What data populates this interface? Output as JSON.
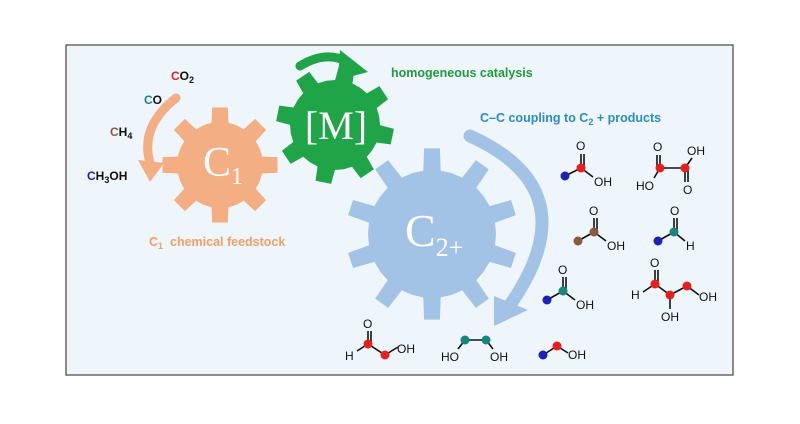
{
  "colors": {
    "panel_bg": "#eef5fb",
    "panel_border": "#444444",
    "c1_gear": "#f4ae84",
    "m_gear": "#1fa447",
    "c2_gear": "#a3c3e6",
    "c1_text": "#f0a066",
    "catalysis_text": "#1f9a3e",
    "coupling_text": "#2b8cc4",
    "red": "#e8201c",
    "teal": "#16877a",
    "brown": "#8b5a3c",
    "blue": "#1a22b8",
    "ink": "#111111"
  },
  "feedstocks": [
    {
      "prefix": "C",
      "prefix_color": "#e8201c",
      "rest": "O",
      "sub": "2",
      "tail": ""
    },
    {
      "prefix": "C",
      "prefix_color": "#16877a",
      "rest": "O",
      "sub": "",
      "tail": ""
    },
    {
      "prefix": "C",
      "prefix_color": "#8b5a3c",
      "rest": "H",
      "sub": "4",
      "tail": ""
    },
    {
      "prefix": "C",
      "prefix_color": "#1a22b8",
      "rest": "H",
      "sub": "3",
      "tail": "OH"
    }
  ],
  "gears": {
    "c1": {
      "main": "C",
      "sub": "1"
    },
    "m": {
      "label": "[M]"
    },
    "c2": {
      "main": "C",
      "sub": "2+"
    }
  },
  "labels": {
    "catalysis": "homogeneous catalysis",
    "coupling_pre": "C–C coupling to C",
    "coupling_sub": "2",
    "coupling_post": " + products",
    "feedstock_pre": "C",
    "feedstock_sub": "1",
    "feedstock_post": "  chemical feedstock"
  },
  "atoms": {
    "oh": "OH",
    "ho": "HO",
    "o": "O",
    "h": "H"
  }
}
